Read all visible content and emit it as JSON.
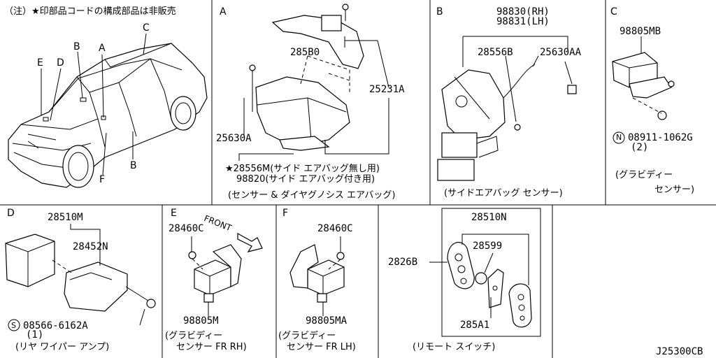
{
  "note": "（注）★印部品コードの構成部品は非販売",
  "drawing_id": "J25300CB",
  "car_labels": {
    "a": "A",
    "b_top": "B",
    "b_bottom": "B",
    "c": "C",
    "d": "D",
    "e": "E",
    "f": "F"
  },
  "section_a": {
    "letter": "A",
    "parts": [
      "285B0",
      "25231A",
      "25630A"
    ],
    "ref_line1": "★28556M(サイド エアバッグ無し用)",
    "ref_line2": "98820(サイド エアバッグ付き用)",
    "caption": "(センサー & ダイヤグノシス エアバッグ)"
  },
  "section_b": {
    "letter": "B",
    "parts": [
      "98830(RH)",
      "98831(LH)",
      "28556B",
      "25630AA"
    ],
    "caption": "(サイドエアバッグ センサー)"
  },
  "section_c": {
    "letter": "C",
    "parts": [
      "98805MB",
      "08911-1062G",
      "(2)"
    ],
    "caption_line1": "(グラビディー",
    "caption_line2": "センサー)"
  },
  "section_d": {
    "letter": "D",
    "parts": [
      "28510M",
      "28452N",
      "08566-6162A",
      "(1)"
    ],
    "caption": "(リヤ ワイパー アンプ)"
  },
  "section_e": {
    "letter": "E",
    "front": "FRONT",
    "parts": [
      "28460C",
      "98805M"
    ],
    "caption_line1": "(グラビディー",
    "caption_line2": "センサー FR RH)"
  },
  "section_f": {
    "letter": "F",
    "parts": [
      "28460C",
      "98805MA"
    ],
    "caption_line1": "(グラビディー",
    "caption_line2": "センサー FR LH)"
  },
  "section_remote": {
    "parts": [
      "28510N",
      "28599",
      "2826B",
      "285A1"
    ],
    "caption": "(リモート スイッチ)"
  },
  "symbols": {
    "n": "N",
    "s": "S"
  }
}
